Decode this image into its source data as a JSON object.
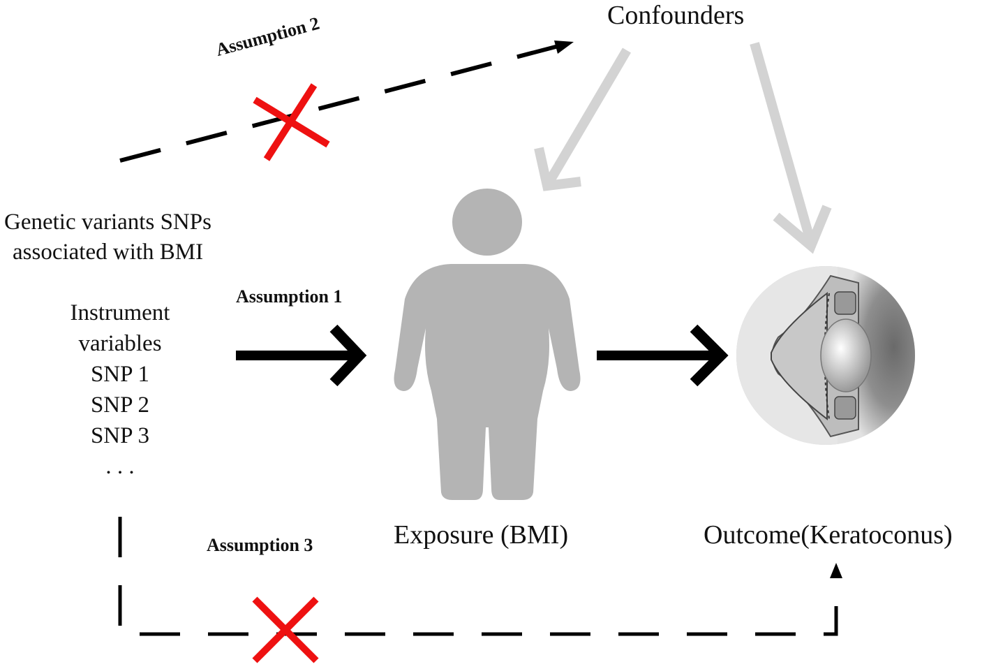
{
  "labels": {
    "confounders": "Confounders",
    "assumption_2": "Assumption 2",
    "assumption_1": "Assumption 1",
    "assumption_3": "Assumption 3",
    "genetic_line1": "Genetic variants SNPs",
    "genetic_line2": "associated with BMI",
    "instrument_line1": "Instrument",
    "instrument_line2": "variables",
    "snp1": "SNP 1",
    "snp2": "SNP 2",
    "snp3": "SNP 3",
    "ellipsis": ". . .",
    "exposure": "Exposure (BMI)",
    "outcome": "Outcome(Keratoconus)"
  },
  "icons": {
    "exposure": "person-figure-icon",
    "outcome": "eye-cross-section-icon",
    "violated": "red-x-icon"
  },
  "colors": {
    "arrow_black": "#000000",
    "arrow_gray": "#d3d3d3",
    "figure_gray": "#b4b4b4",
    "cross_red": "#ee1111"
  }
}
